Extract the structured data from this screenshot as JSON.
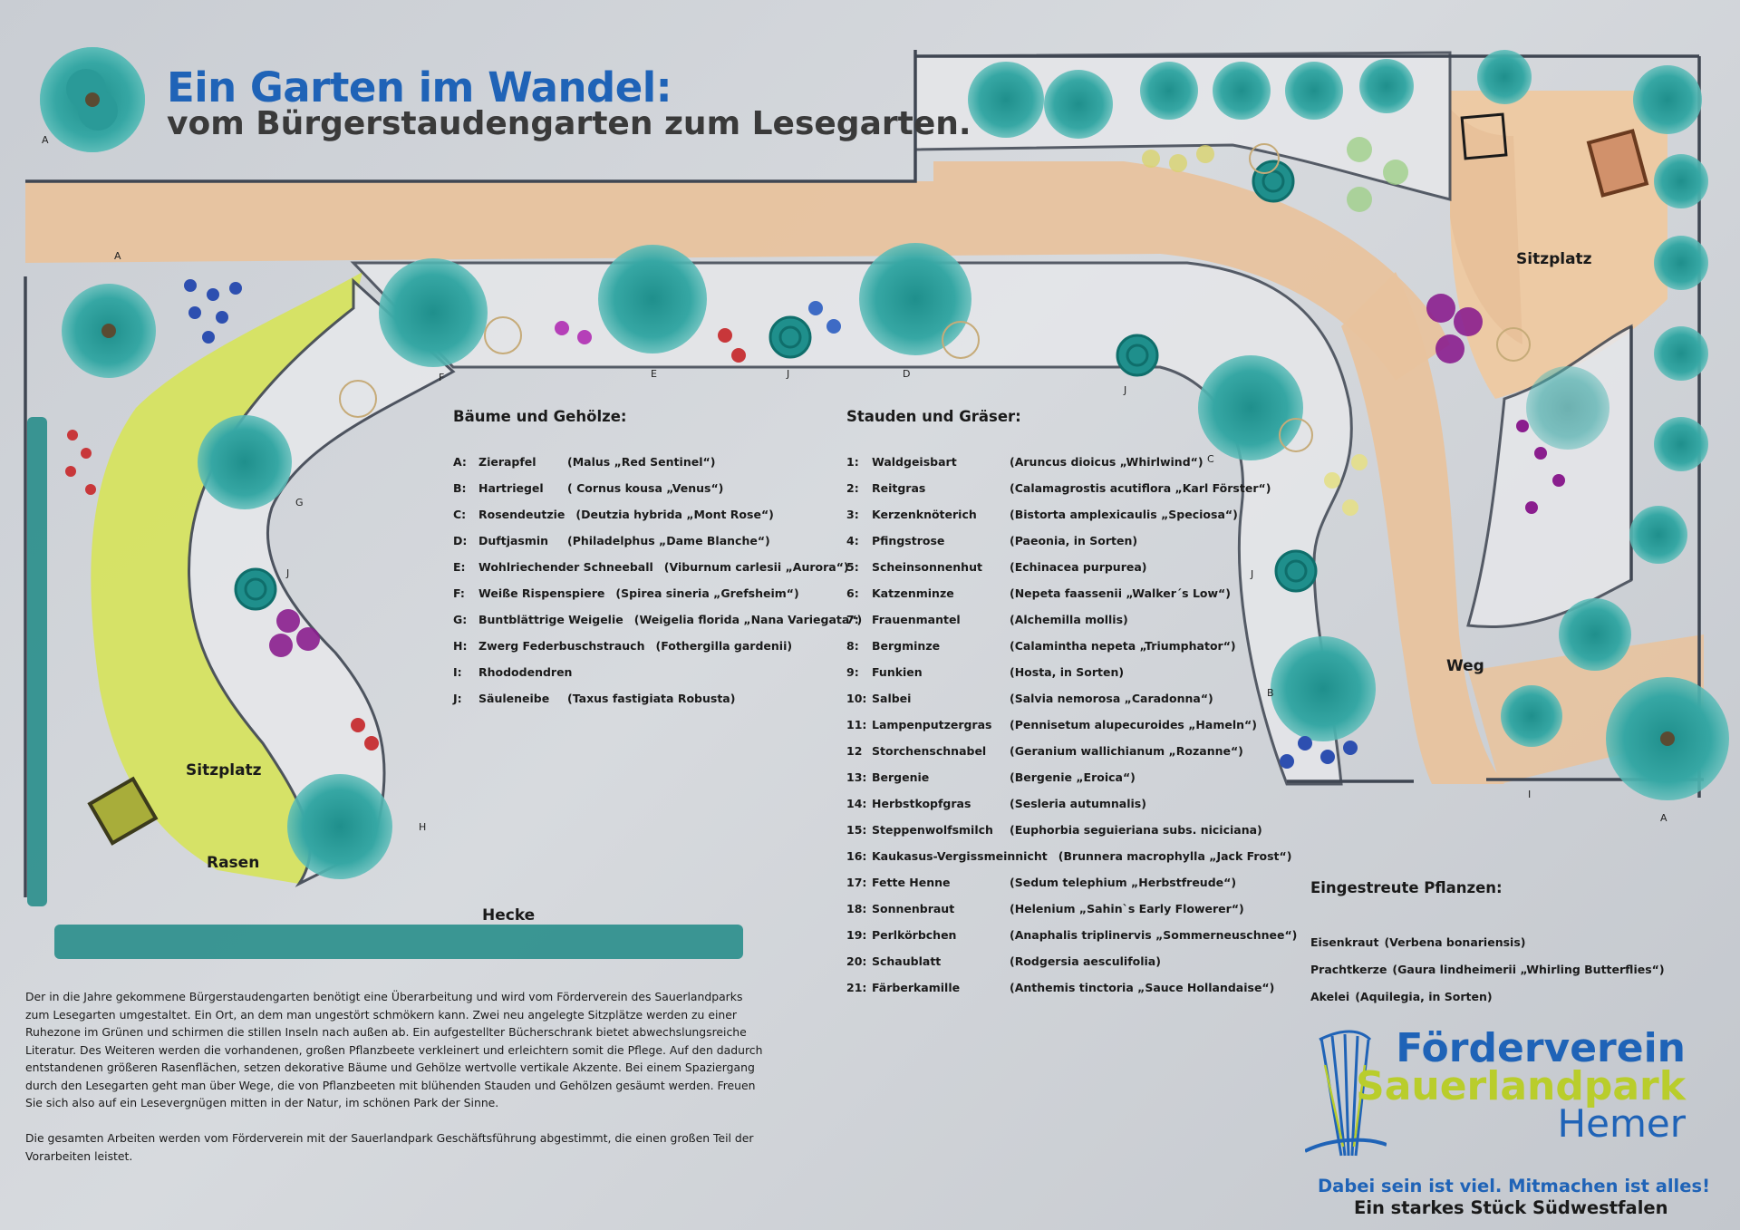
{
  "header": {
    "title": "Ein Garten im Wandel:",
    "subtitle": "vom Bürgerstaudengarten zum Lesegarten."
  },
  "map": {
    "labels": {
      "sitzplatz_right": "Sitzplatz",
      "sitzplatz_left": "Sitzplatz",
      "rasen": "Rasen",
      "weg": "Weg",
      "hecke": "Hecke"
    },
    "letters": {
      "a1": "A",
      "a2": "A",
      "a3": "A",
      "b": "B",
      "c": "C",
      "d": "D",
      "e": "E",
      "f": "F",
      "g": "G",
      "h": "H",
      "i": "I",
      "j1": "J",
      "j2": "J",
      "j3": "J",
      "j4": "J"
    },
    "colors": {
      "path": "#e8c39e",
      "lawn": "#d6e35a",
      "tree": "#2a9a98",
      "hedge": "#1e8a86",
      "border": "#3f4652"
    }
  },
  "trees": {
    "heading": "Bäume und Gehölze:",
    "items": [
      {
        "key": "A:",
        "name": "Zierapfel",
        "latin": "(Malus „Red Sentinel“)"
      },
      {
        "key": "B:",
        "name": "Hartriegel",
        "latin": "( Cornus kousa „Venus“)"
      },
      {
        "key": "C:",
        "name": "Rosendeutzie",
        "latin": "(Deutzia hybrida „Mont Rose“)"
      },
      {
        "key": "D:",
        "name": "Duftjasmin",
        "latin": "(Philadelphus „Dame Blanche“)"
      },
      {
        "key": "E:",
        "name": "Wohlriechender Schneeball",
        "latin": "(Viburnum carlesii „Aurora“)"
      },
      {
        "key": "F:",
        "name": "Weiße Rispenspiere",
        "latin": "(Spirea sineria „Grefsheim“)"
      },
      {
        "key": "G:",
        "name": "Buntblättrige Weigelie",
        "latin": "(Weigelia florida „Nana Variegata“)"
      },
      {
        "key": "H:",
        "name": "Zwerg Federbuschstrauch",
        "latin": "(Fothergilla gardenii)"
      },
      {
        "key": "I:",
        "name": "Rhododendren",
        "latin": ""
      },
      {
        "key": "J:",
        "name": "Säuleneibe",
        "latin": "(Taxus fastigiata Robusta)"
      }
    ]
  },
  "perennials": {
    "heading": "Stauden und Gräser:",
    "items": [
      {
        "key": "1:",
        "name": "Waldgeisbart",
        "latin": "(Aruncus dioicus „Whirlwind“)"
      },
      {
        "key": "2:",
        "name": "Reitgras",
        "latin": "(Calamagrostis acutiflora „Karl Förster“)"
      },
      {
        "key": "3:",
        "name": "Kerzenknöterich",
        "latin": "(Bistorta amplexicaulis „Speciosa“)"
      },
      {
        "key": "4:",
        "name": "Pfingstrose",
        "latin": "(Paeonia, in Sorten)"
      },
      {
        "key": "5:",
        "name": "Scheinsonnenhut",
        "latin": "(Echinacea purpurea)"
      },
      {
        "key": "6:",
        "name": "Katzenminze",
        "latin": "(Nepeta faassenii „Walker´s Low“)"
      },
      {
        "key": "7:",
        "name": "Frauenmantel",
        "latin": "(Alchemilla mollis)"
      },
      {
        "key": "8:",
        "name": "Bergminze",
        "latin": "(Calamintha nepeta „Triumphator“)"
      },
      {
        "key": "9:",
        "name": "Funkien",
        "latin": "(Hosta, in Sorten)"
      },
      {
        "key": "10:",
        "name": "Salbei",
        "latin": "(Salvia nemorosa „Caradonna“)"
      },
      {
        "key": "11:",
        "name": "Lampenputzergras",
        "latin": "(Pennisetum alupecuroides „Hameln“)"
      },
      {
        "key": "12",
        "name": "Storchenschnabel",
        "latin": "(Geranium wallichianum „Rozanne“)"
      },
      {
        "key": "13:",
        "name": "Bergenie",
        "latin": "(Bergenie „Eroica“)"
      },
      {
        "key": "14:",
        "name": "Herbstkopfgras",
        "latin": "(Sesleria autumnalis)"
      },
      {
        "key": "15:",
        "name": "Steppenwolfsmilch",
        "latin": "(Euphorbia seguieriana subs. niciciana)"
      },
      {
        "key": "16:",
        "name": "Kaukasus-Vergissmeinnicht",
        "latin": "(Brunnera macrophylla „Jack Frost“)"
      },
      {
        "key": "17:",
        "name": "Fette Henne",
        "latin": "(Sedum telephium „Herbstfreude“)"
      },
      {
        "key": "18:",
        "name": "Sonnenbraut",
        "latin": "(Helenium „Sahin`s Early Flowerer“)"
      },
      {
        "key": "19:",
        "name": "Perlkörbchen",
        "latin": "(Anaphalis triplinervis „Sommerneuschnee“)"
      },
      {
        "key": "20:",
        "name": "Schaublatt",
        "latin": "(Rodgersia aesculifolia)"
      },
      {
        "key": "21:",
        "name": "Färberkamille",
        "latin": "(Anthemis tinctoria „Sauce Hollandaise“)"
      }
    ]
  },
  "scattered": {
    "heading": "Eingestreute Pflanzen:",
    "items": [
      {
        "name": "Eisenkraut",
        "latin": "(Verbena bonariensis)"
      },
      {
        "name": "Prachtkerze",
        "latin": "(Gaura lindheimerii „Whirling Butterflies“)"
      },
      {
        "name": "Akelei",
        "latin": "(Aquilegia, in Sorten)"
      }
    ]
  },
  "description": {
    "p1": "Der in die Jahre gekommene Bürgerstaudengarten benötigt eine Überarbeitung und wird vom Förderverein des Sauerlandparks zum Lesegarten umgestaltet. Ein Ort, an dem man ungestört schmökern kann. Zwei neu angelegte Sitzplätze werden zu einer Ruhezone im Grünen und schirmen die stillen Inseln nach außen ab. Ein aufgestellter Bücherschrank bietet abwechslungsreiche Literatur. Des Weiteren werden die vorhandenen, großen Pflanzbeete verkleinert und erleichtern somit die Pflege. Auf den dadurch entstandenen größeren Rasenflächen, setzen dekorative Bäume und Gehölze wertvolle vertikale Akzente. Bei einem Spaziergang durch den Lesegarten geht man über Wege, die von Pflanzbeeten mit blühenden Stauden und Gehölzen gesäumt werden. Freuen Sie sich also auf ein Lesevergnügen mitten in der Natur, im schönen Park der Sinne.",
    "p2": "Die gesamten Arbeiten werden vom Förderverein mit der Sauerlandpark Geschäftsführung abgestimmt, die einen großen Teil der Vorarbeiten leistet."
  },
  "logo": {
    "line1": "Förderverein",
    "line2": "Sauerlandpark",
    "line3": "Hemer",
    "slogan1": "Dabei sein ist viel. Mitmachen ist alles!",
    "slogan2": "Ein starkes Stück Südwestfalen",
    "colors": {
      "blue": "#1f63b7",
      "green": "#b9cd2c"
    }
  }
}
